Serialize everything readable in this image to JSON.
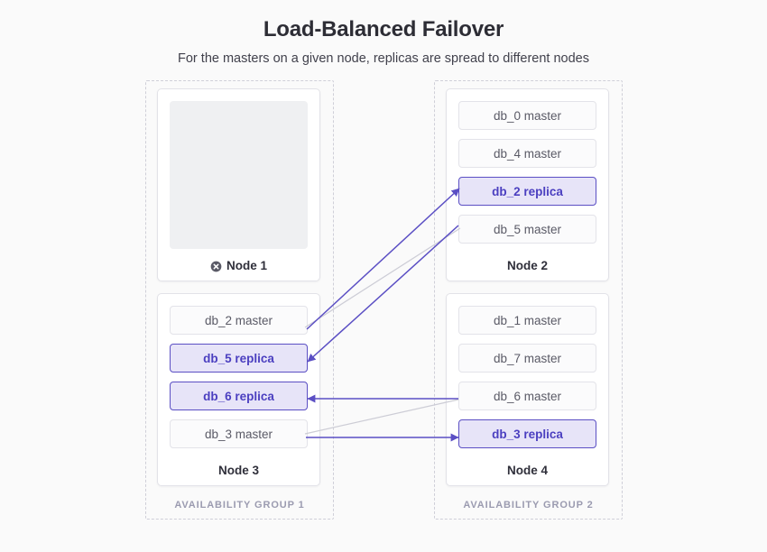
{
  "header": {
    "title": "Load-Balanced Failover",
    "subtitle": "For the masters on a given node, replicas are spread to different nodes"
  },
  "colors": {
    "background": "#fafafa",
    "accent_purple": "#5b4fc4",
    "replica_fill": "#e7e4f8",
    "replica_text": "#4b3fc0",
    "master_border": "#e3e3e9",
    "master_text": "#5a5a66",
    "group_border": "#cfcfd8",
    "group_label": "#9b9bb0",
    "empty_slot": "#eff0f2",
    "connector_gray": "#cdcdd6"
  },
  "groups": [
    {
      "id": "group-1",
      "label": "AVAILABILITY GROUP 1"
    },
    {
      "id": "group-2",
      "label": "AVAILABILITY GROUP 2"
    }
  ],
  "nodes": [
    {
      "id": "node-1",
      "label": "Node 1",
      "status": "down",
      "status_icon": "x-circle-icon",
      "empty": true,
      "databases": []
    },
    {
      "id": "node-2",
      "label": "Node 2",
      "status": "up",
      "empty": false,
      "databases": [
        {
          "label": "db_0 master",
          "role": "master"
        },
        {
          "label": "db_4 master",
          "role": "master"
        },
        {
          "label": "db_2 replica",
          "role": "replica"
        },
        {
          "label": "db_5 master",
          "role": "master"
        }
      ]
    },
    {
      "id": "node-3",
      "label": "Node 3",
      "status": "up",
      "empty": false,
      "databases": [
        {
          "label": "db_2 master",
          "role": "master"
        },
        {
          "label": "db_5 replica",
          "role": "replica"
        },
        {
          "label": "db_6 replica",
          "role": "replica"
        },
        {
          "label": "db_3 master",
          "role": "master"
        }
      ]
    },
    {
      "id": "node-4",
      "label": "Node 4",
      "status": "up",
      "empty": false,
      "databases": [
        {
          "label": "db_1 master",
          "role": "master"
        },
        {
          "label": "db_7 master",
          "role": "master"
        },
        {
          "label": "db_6 master",
          "role": "master"
        },
        {
          "label": "db_3 replica",
          "role": "replica"
        }
      ]
    }
  ],
  "connectors": [
    {
      "id": "db_2-master-to-replica",
      "from": "node-3.db_2 master",
      "to": "node-2.db_2 replica",
      "style": "arrow",
      "color": "#5b4fc4"
    },
    {
      "id": "db_5-master-to-replica",
      "from": "node-2.db_5 master",
      "to": "node-3.db_5 replica",
      "style": "arrow",
      "color": "#5b4fc4"
    },
    {
      "id": "db_6-master-to-replica",
      "from": "node-4.db_6 master",
      "to": "node-3.db_6 replica",
      "style": "arrow",
      "color": "#5b4fc4"
    },
    {
      "id": "db_3-master-to-replica",
      "from": "node-3.db_3 master",
      "to": "node-4.db_3 replica",
      "style": "arrow",
      "color": "#5b4fc4"
    },
    {
      "id": "db_2-link-gray",
      "from": "node-3.db_2 master",
      "to": "node-2.db_5 master",
      "style": "line",
      "color": "#cdcdd6"
    },
    {
      "id": "db_3-link-gray",
      "from": "node-3.db_3 master",
      "to": "node-4.db_6 master",
      "style": "line",
      "color": "#cdcdd6"
    }
  ]
}
